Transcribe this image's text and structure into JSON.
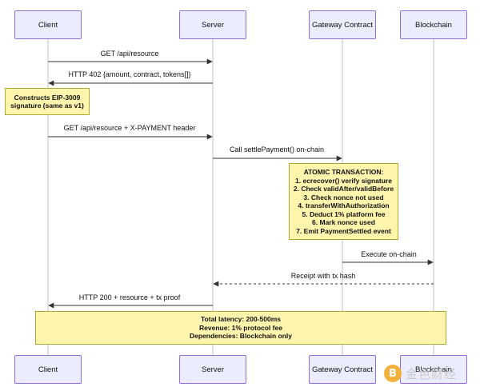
{
  "participants": [
    {
      "label": "Client"
    },
    {
      "label": "Server"
    },
    {
      "label": "Gateway Contract"
    },
    {
      "label": "Blockchain"
    }
  ],
  "messages": [
    {
      "label": "GET /api/resource",
      "from": 0,
      "to": 1,
      "style": "solid"
    },
    {
      "label": "HTTP 402 {amount, contract, tokens[]}",
      "from": 1,
      "to": 0,
      "style": "solid"
    },
    {
      "label": "GET /api/resource + X-PAYMENT header",
      "from": 0,
      "to": 1,
      "style": "solid"
    },
    {
      "label": "Call settlePayment() on-chain",
      "from": 1,
      "to": 2,
      "style": "solid"
    },
    {
      "label": "Execute on-chain",
      "from": 2,
      "to": 3,
      "style": "solid"
    },
    {
      "label": "Receipt with tx hash",
      "from": 3,
      "to": 1,
      "style": "dashed"
    },
    {
      "label": "HTTP 200 + resource + tx proof",
      "from": 1,
      "to": 0,
      "style": "solid"
    }
  ],
  "notes": {
    "client_note": [
      "Constructs EIP-3009",
      "signature (same as v1)"
    ],
    "atomic_note": [
      "ATOMIC TRANSACTION:",
      "1. ecrecover() verify signature",
      "2. Check validAfter/validBefore",
      "3. Check nonce not used",
      "4. transferWithAuthorization",
      "5. Deduct 1% platform fee",
      "6. Mark nonce used",
      "7. Emit PaymentSettled event"
    ],
    "summary_note": [
      "Total latency: 200-500ms",
      "Revenue: 1% protocol fee",
      "Dependencies: Blockchain only"
    ]
  },
  "watermark": {
    "text": "金色财经"
  },
  "colors": {
    "actor_fill": "#ececff",
    "actor_border": "#9370db",
    "note_fill": "#fff5ad",
    "note_border": "#aaaa33",
    "lifeline": "#999999",
    "arrow": "#333333"
  }
}
